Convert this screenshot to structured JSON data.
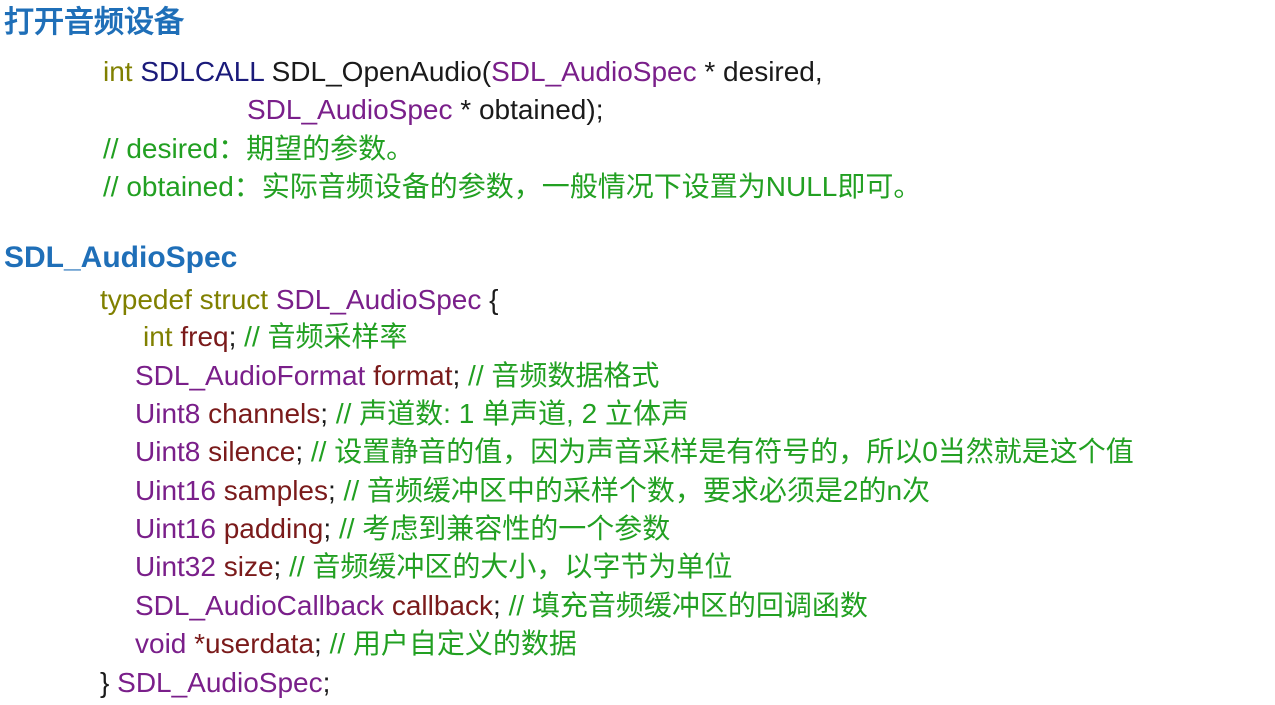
{
  "section1": {
    "heading": "打开音频设备",
    "line1": {
      "kw": "int",
      "macro": "SDLCALL",
      "fn": "SDL_OpenAudio(",
      "type": "SDL_AudioSpec",
      "rest": " * desired,"
    },
    "line2": {
      "type": "SDL_AudioSpec",
      "rest": " * obtained);"
    },
    "comment1": "// desired：期望的参数。",
    "comment2": "// obtained：实际音频设备的参数，一般情况下设置为NULL即可。"
  },
  "section2": {
    "heading": "SDL_AudioSpec",
    "open": {
      "kw": "typedef struct",
      "name": "SDL_AudioSpec",
      "brace": " {"
    },
    "fields": [
      {
        "type": "int",
        "name": "freq",
        "comment": "// 音频采样率"
      },
      {
        "type": "SDL_AudioFormat",
        "name": "format",
        "comment": "// 音频数据格式"
      },
      {
        "type": "Uint8",
        "name": "channels",
        "comment": "// 声道数: 1 单声道, 2 立体声"
      },
      {
        "type": "Uint8",
        "name": "silence",
        "comment": "// 设置静音的值，因为声音采样是有符号的，所以0当然就是这个值"
      },
      {
        "type": "Uint16",
        "name": "samples",
        "comment": "// 音频缓冲区中的采样个数，要求必须是2的n次"
      },
      {
        "type": "Uint16",
        "name": "padding",
        "comment": "// 考虑到兼容性的一个参数"
      },
      {
        "type": "Uint32",
        "name": "size",
        "comment": "// 音频缓冲区的大小，以字节为单位"
      },
      {
        "type": "SDL_AudioCallback",
        "name": "callback",
        "comment": "// 填充音频缓冲区的回调函数"
      },
      {
        "type": "void",
        "name": "*userdata",
        "comment": "// 用户自定义的数据"
      }
    ],
    "close": {
      "brace": "}",
      "name": " SDL_AudioSpec",
      "semi": ";"
    }
  }
}
